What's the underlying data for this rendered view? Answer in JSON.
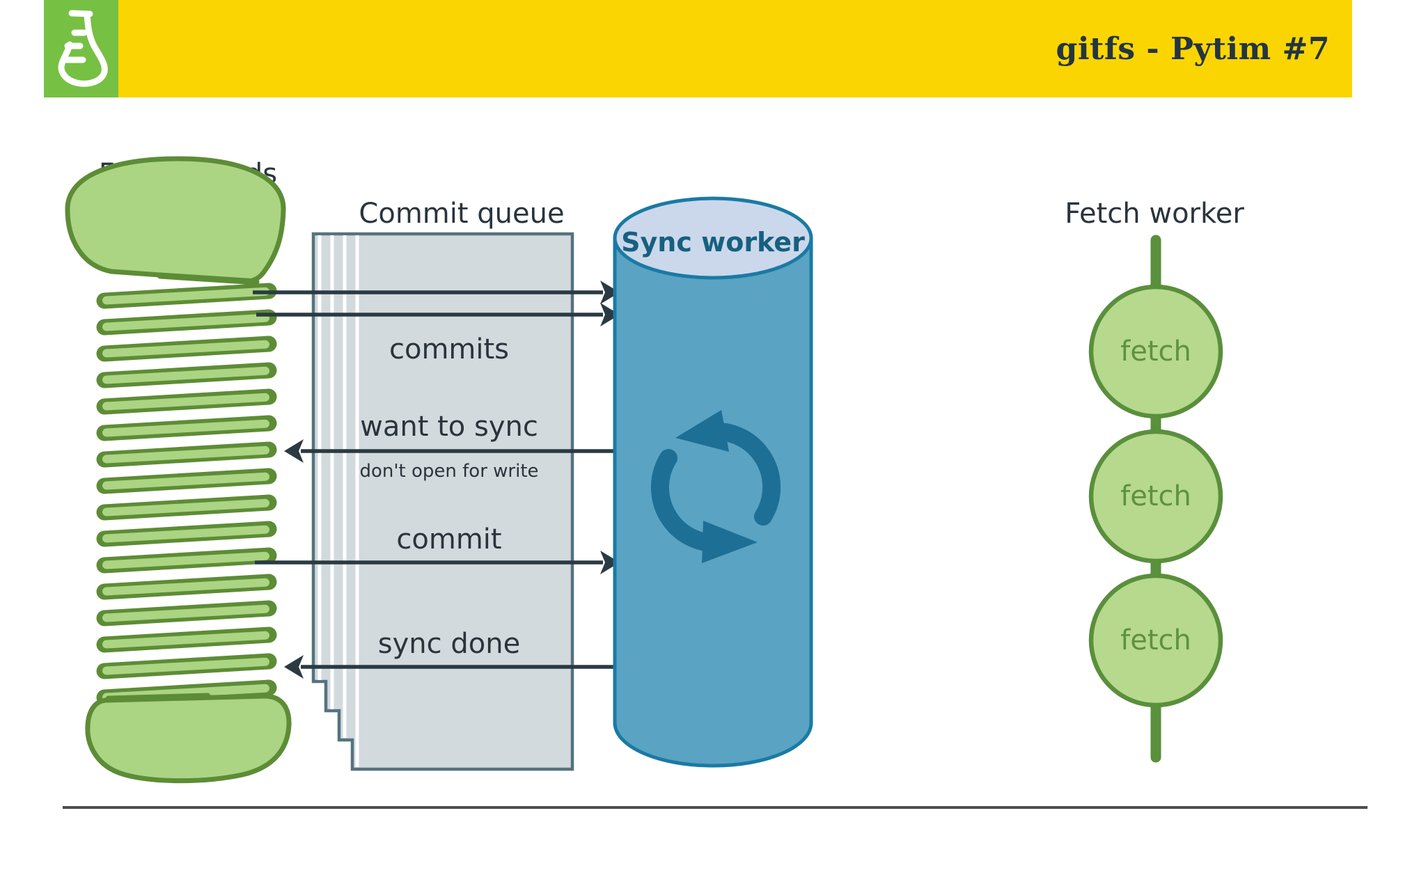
{
  "header": {
    "title": "gitfs - Pytim #7",
    "logo_icon": "flask-icon"
  },
  "diagram": {
    "fuse_threads_label": "Fuse threads",
    "commit_queue_label": "Commit queue",
    "sync_worker_label": "Sync worker",
    "fetch_worker_label": "Fetch worker",
    "sync_icon": "sync-arrows-icon",
    "flows": [
      {
        "label": "commits",
        "direction": "fuse-to-sync",
        "arrow_count": 2
      },
      {
        "label": "want to sync",
        "note": "don't open for write",
        "direction": "sync-to-fuse",
        "arrow_count": 1
      },
      {
        "label": "commit",
        "direction": "fuse-to-sync",
        "arrow_count": 1
      },
      {
        "label": "sync done",
        "direction": "sync-to-fuse",
        "arrow_count": 1
      }
    ],
    "fetch_nodes": [
      {
        "label": "fetch"
      },
      {
        "label": "fetch"
      },
      {
        "label": "fetch"
      }
    ]
  },
  "palette": {
    "logo_green": "#76c043",
    "band_yellow": "#fbd502",
    "title_text": "#243540",
    "label_text": "#2a343c",
    "coil_fill": "#abd483",
    "coil_stroke": "#5d8c36",
    "queue_fill": "#d2dadd",
    "queue_stroke": "#56727f",
    "arrow": "#2b3a42",
    "cylinder_fill": "#5aa3c3",
    "cylinder_stroke": "#1a7aa5",
    "cylinder_top_fill": "#cbd8eb",
    "sync_text": "#17607f",
    "fetch_fill": "#b6d98e",
    "fetch_stroke": "#5a8f3c",
    "fetch_text": "#5f923c",
    "separator": "#4d4d4d"
  }
}
